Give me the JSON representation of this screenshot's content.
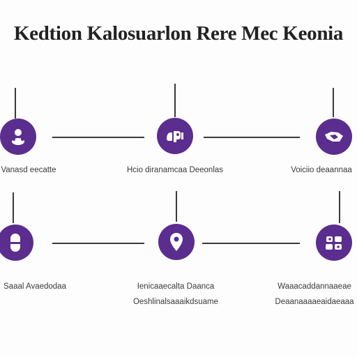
{
  "title": "Kedtion Kalosuarlon Rere Mec Keonia",
  "colors": {
    "accent": "#5b2d8e",
    "text": "#3a3a3a",
    "line": "#3a3a3a"
  },
  "nodes": [
    {
      "icon": "person-icon",
      "labels": [
        "Vanasd eecatte"
      ]
    },
    {
      "icon": "hands-icon",
      "labels": [
        "Hcio diranamcaa Deeonlas"
      ]
    },
    {
      "icon": "handshake-icon",
      "labels": [
        "Voiciio deaannaa"
      ]
    },
    {
      "icon": "capsule-icon",
      "labels": [
        "Saaal Avaedodaa"
      ]
    },
    {
      "icon": "location-pin-icon",
      "labels": [
        "Ienicaaecalta Daanca",
        "Oeshlinalsaaaikdsuame"
      ]
    },
    {
      "icon": "people-icon",
      "labels": [
        "Waaacaddannaaeae",
        "Deaanaaaaeaidaeaaa"
      ]
    }
  ]
}
